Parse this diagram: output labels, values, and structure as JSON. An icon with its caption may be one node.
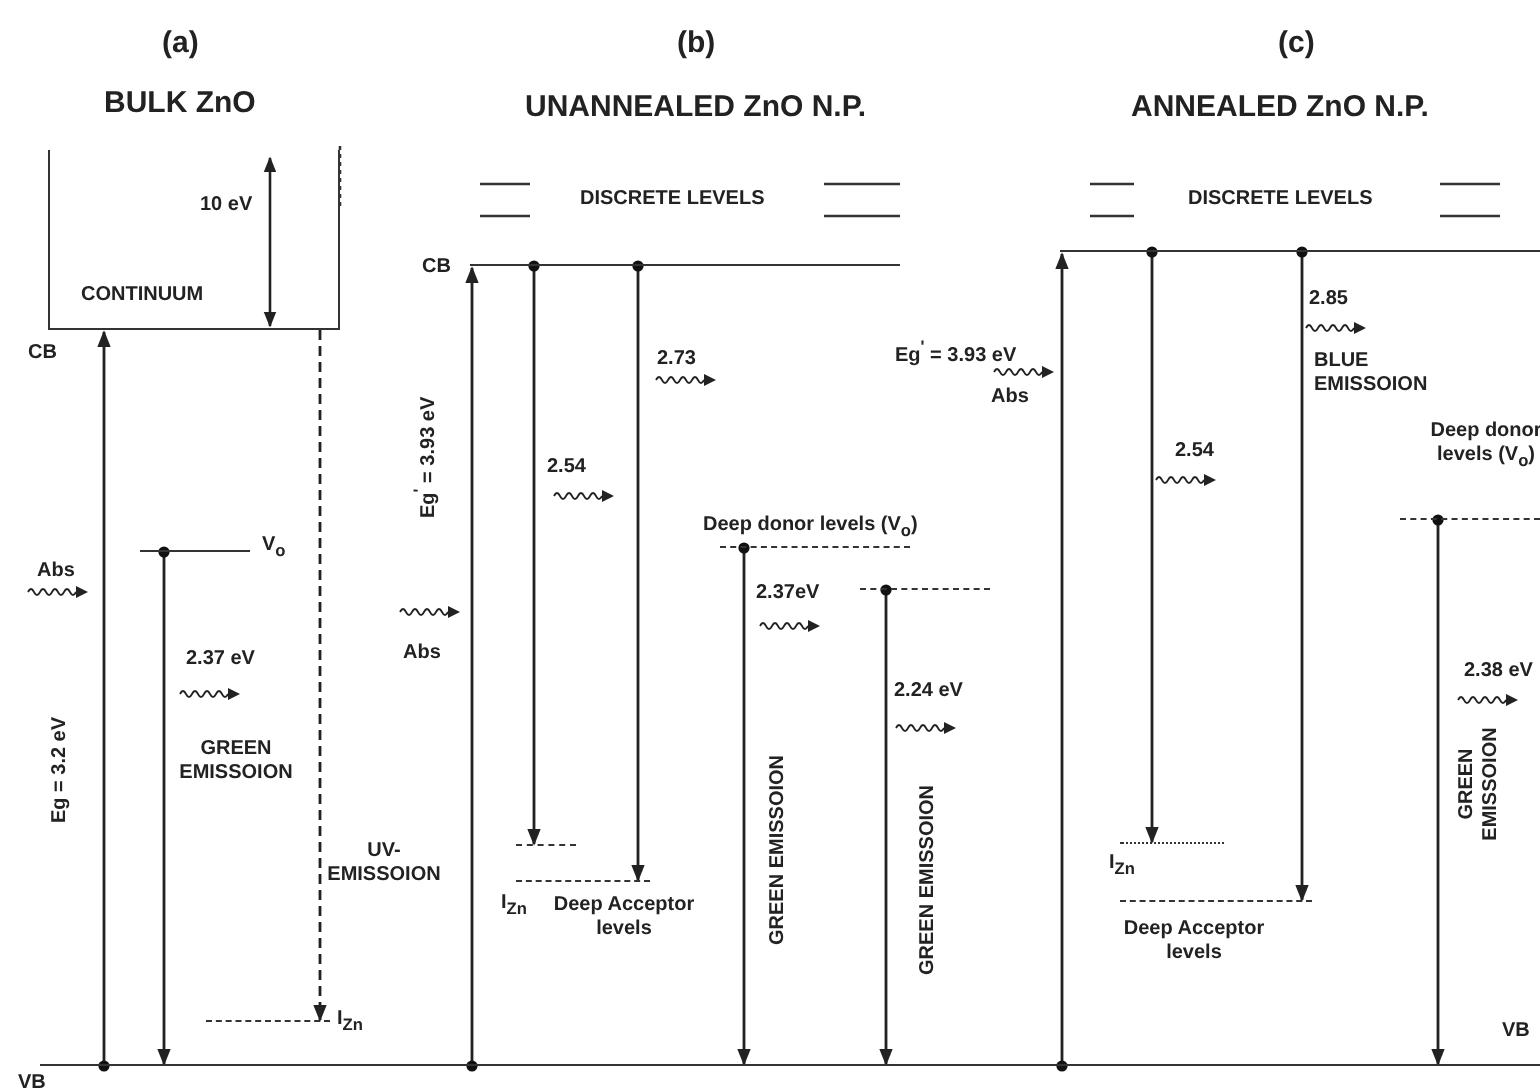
{
  "diagram": {
    "nodes": [
      {
        "text": [
          "CONTINUUM"
        ],
        "beside": [
          "CB"
        ]
      },
      {
        "text": [],
        "shape": "bar"
      },
      {
        "text": [],
        "shape": "bar",
        "beside": [
          "V$_{o}$"
        ]
      },
      {
        "text": [],
        "shape": "bar",
        "beside": [
          "I$_{Zn}$"
        ]
      },
      {
        "text": [],
        "shape": "bar",
        "beside": [
          "CB"
        ]
      },
      {
        "text": [],
        "shape": "bar"
      },
      {
        "text": [],
        "shape": "bar",
        "beside": [
          "I$_{Zn}$",
          "Deep Acceptor levels"
        ]
      },
      {
        "text": [],
        "shape": "bar",
        "beside": [
          "Deep donor levels (V$_{o}$)"
        ]
      },
      {
        "text": [],
        "shape": "bar"
      },
      {
        "text": [],
        "shape": "bar"
      },
      {
        "text": [],
        "shape": "bar",
        "beside": [
          "I$_{Zn}$"
        ]
      },
      {
        "text": [],
        "shape": "bar",
        "beside": [
          "Deep Acceptor levels"
        ]
      },
      {
        "text": [],
        "shape": "bar",
        "beside": [
          "Deep donor levels (V$_{o}$)"
        ]
      }
    ],
    "edges": [
      {
        "from": 1,
        "to": 0,
        "arrow": "to"
      },
      {
        "from": 2,
        "to": 1,
        "arrow": "to"
      },
      {
        "from": 0,
        "to": 3,
        "arrow": "to",
        "style": "dashed"
      },
      {
        "from": 1,
        "to": 4,
        "arrow": "to"
      },
      {
        "from": 4,
        "to": 5,
        "arrow": "to"
      },
      {
        "from": 4,
        "to": 6,
        "arrow": "to"
      },
      {
        "from": 7,
        "to": 1,
        "arrow": "to"
      },
      {
        "from": 8,
        "to": 1,
        "arrow": "to"
      },
      {
        "from": 1,
        "to": 9,
        "arrow": "to"
      },
      {
        "from": 9,
        "to": 10,
        "arrow": "to"
      },
      {
        "from": 9,
        "to": 11,
        "arrow": "to"
      },
      {
        "from": 12,
        "to": 1,
        "arrow": "to"
      }
    ],
    "labels": [
      "(a)",
      "BULK ZnO",
      "(b)",
      "UNANNEALED ZnO N.P.",
      "(c)",
      "ANNEALED ZnO N.P.",
      "10 eV",
      "Abs",
      "Eg = 3.2 eV",
      "2.37 eV",
      "GREEN EMISSOION",
      "UV- EMISSOION",
      "DISCRETE LEVELS",
      "2.73",
      "Eg$^{'}$ = 3.93 eV",
      "Abs",
      "2.54",
      "2.37eV",
      "GREEN EMISSOION",
      "2.24 eV",
      "GREEN EMISSOION",
      "DISCRETE LEVELS",
      "Eg$^{'}$ = 3.93 eV",
      "Abs",
      "2.85",
      "BLUE EMISSOION",
      "2.54",
      "2.38 eV",
      "GREEN EMISSOION",
      "VB",
      "VB"
    ]
  }
}
